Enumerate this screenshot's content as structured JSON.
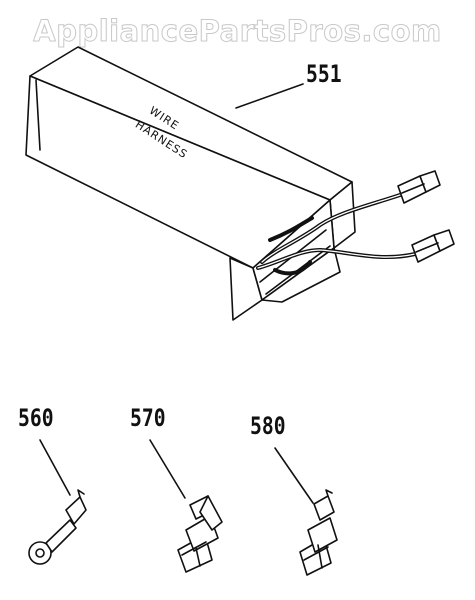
{
  "watermark": "AppliancePartsPros.com",
  "box": {
    "label_line1": "WIRE",
    "label_line2": "HARNESS"
  },
  "callouts": {
    "harness": "551",
    "ring_terminal": "560",
    "flag_terminal": "570",
    "spade_terminal": "580"
  }
}
